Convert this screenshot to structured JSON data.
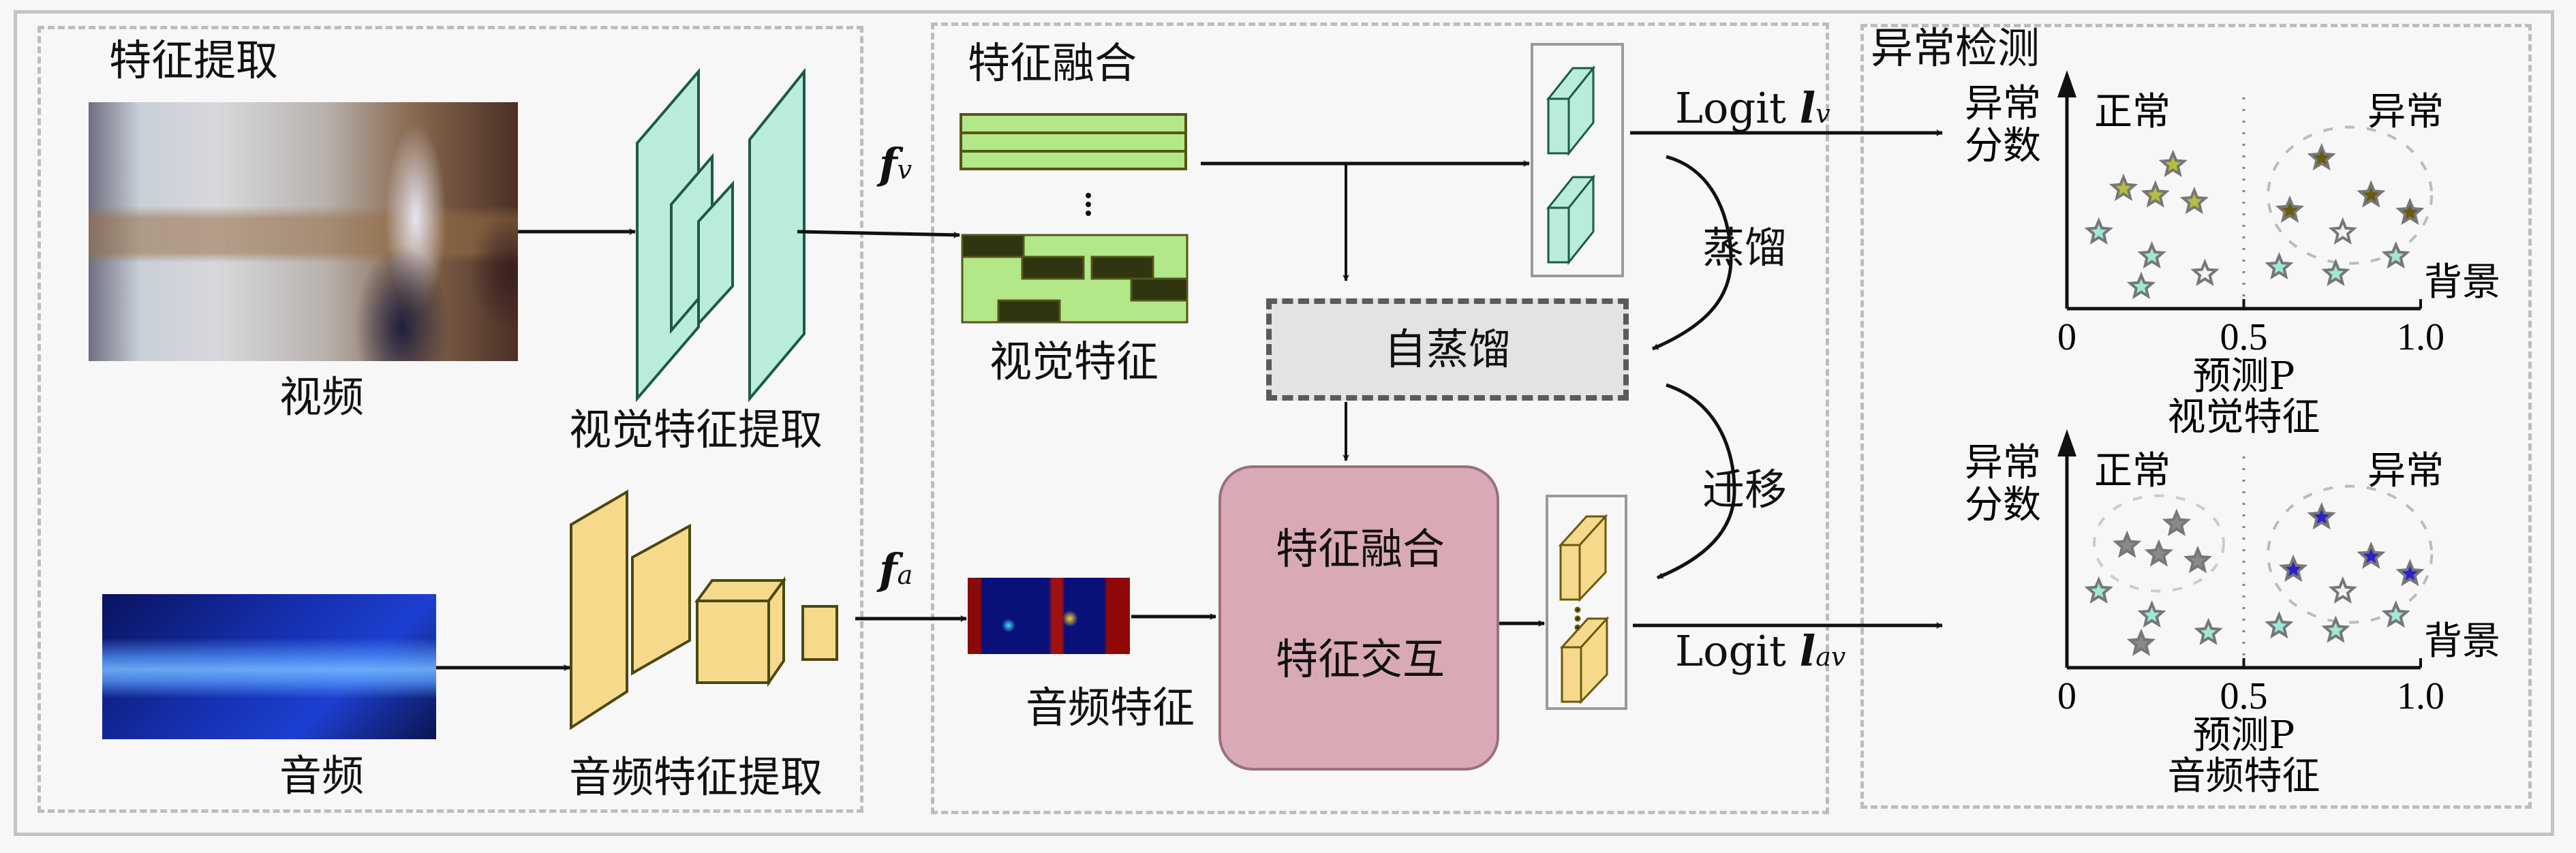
{
  "panels": {
    "extraction": {
      "title": "特征提取",
      "video_label": "视频",
      "audio_label": "音频",
      "visual_extractor_label": "视觉特征提取",
      "audio_extractor_label": "音频特征提取"
    },
    "fusion": {
      "title": "特征融合",
      "fv_symbol": "f",
      "fv_sub": "v",
      "fa_symbol": "f",
      "fa_sub": "a",
      "visual_feature_label": "视觉特征",
      "audio_feature_label": "音频特征",
      "self_distill_label": "自蒸馏",
      "fusion_box_line1": "特征融合",
      "fusion_box_line2": "特征交互",
      "distill_label": "蒸馏",
      "transfer_label": "迁移",
      "logit_v_text": "Logit ",
      "logit_v_symbol": "l",
      "logit_v_sub": "v",
      "logit_av_text": "Logit ",
      "logit_av_symbol": "l",
      "logit_av_sub": "av"
    },
    "detection": {
      "title": "异常检测"
    }
  },
  "colors": {
    "visual_block": "#b9ecd9",
    "audio_block": "#f7d98c",
    "feature_green": "#b2e888",
    "feature_dark": "#2e3510",
    "fusion_box": "#d9a9b6",
    "anomaly_visual_star": "#6b5a10",
    "anomaly_audio_star": "#2a22c8",
    "normal_star": "#b0b050",
    "background_star": "#9ee8d8",
    "gray_star": "#f2f2f2"
  },
  "chart_data": [
    {
      "type": "scatter",
      "title": "视觉特征",
      "xlabel": "预测P",
      "ylabel": "异常分数",
      "xticks": [
        "0",
        "0.5",
        "1.0"
      ],
      "xlim": [
        0,
        1.0
      ],
      "ylim": [
        0,
        1.0
      ],
      "threshold": 0.5,
      "region_labels": {
        "normal": "正常",
        "anomaly": "异常",
        "background": "背景"
      },
      "series": [
        {
          "name": "normal",
          "color": "#b6bf3a",
          "points": [
            [
              0.3,
              0.66
            ],
            [
              0.16,
              0.55
            ],
            [
              0.25,
              0.52
            ],
            [
              0.36,
              0.49
            ]
          ]
        },
        {
          "name": "anomaly",
          "color": "#6b5a10",
          "points": [
            [
              0.72,
              0.69
            ],
            [
              0.63,
              0.45
            ],
            [
              0.86,
              0.52
            ],
            [
              0.97,
              0.44
            ]
          ]
        },
        {
          "name": "background",
          "color": "#9ee8d8",
          "points": [
            [
              0.09,
              0.35
            ],
            [
              0.24,
              0.24
            ],
            [
              0.21,
              0.1
            ],
            [
              0.6,
              0.19
            ],
            [
              0.76,
              0.16
            ],
            [
              0.93,
              0.24
            ]
          ]
        },
        {
          "name": "other",
          "color": "#f2f2f2",
          "points": [
            [
              0.39,
              0.16
            ],
            [
              0.78,
              0.35
            ]
          ]
        }
      ]
    },
    {
      "type": "scatter",
      "title": "音频特征",
      "xlabel": "预测P",
      "ylabel": "异常分数",
      "xticks": [
        "0",
        "0.5",
        "1.0"
      ],
      "xlim": [
        0,
        1.0
      ],
      "ylim": [
        0,
        1.0
      ],
      "threshold": 0.5,
      "region_labels": {
        "normal": "正常",
        "anomaly": "异常",
        "background": "背景"
      },
      "series": [
        {
          "name": "normal",
          "color": "#8a8a8a",
          "points": [
            [
              0.31,
              0.66
            ],
            [
              0.17,
              0.56
            ],
            [
              0.26,
              0.52
            ],
            [
              0.37,
              0.49
            ],
            [
              0.21,
              0.11
            ]
          ]
        },
        {
          "name": "anomaly",
          "color": "#2a22c8",
          "points": [
            [
              0.72,
              0.69
            ],
            [
              0.64,
              0.45
            ],
            [
              0.86,
              0.51
            ],
            [
              0.97,
              0.43
            ]
          ]
        },
        {
          "name": "background",
          "color": "#9ee8d8",
          "points": [
            [
              0.09,
              0.35
            ],
            [
              0.24,
              0.24
            ],
            [
              0.4,
              0.16
            ],
            [
              0.6,
              0.19
            ],
            [
              0.76,
              0.17
            ],
            [
              0.93,
              0.24
            ]
          ]
        },
        {
          "name": "other",
          "color": "#f2f2f2",
          "points": [
            [
              0.78,
              0.35
            ]
          ]
        }
      ]
    }
  ]
}
